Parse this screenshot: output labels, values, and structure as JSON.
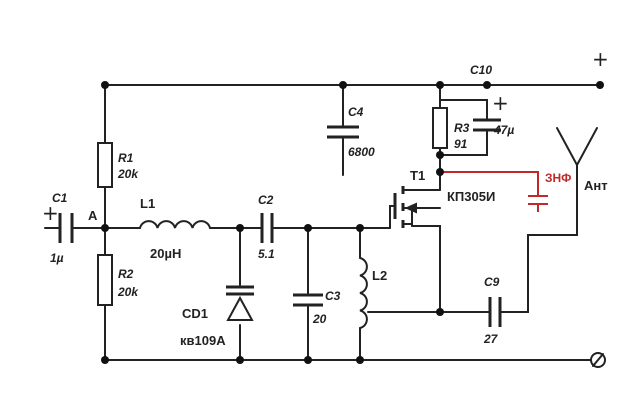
{
  "labels": {
    "c1": "C1",
    "c1_value": "1µ",
    "node_a": "A",
    "r1": "R1",
    "r1_value": "20k",
    "r2": "R2",
    "r2_value": "20k",
    "l1": "L1",
    "l1_value": "20µH",
    "c2": "C2",
    "c2_value": "5.1",
    "cd1": "CD1",
    "cd1_value": "кв109A",
    "c3": "C3",
    "c3_value": "20",
    "l2": "L2",
    "c4": "C4",
    "c4_value": "6800",
    "c10": "C10",
    "c10_value": "47µ",
    "r3": "R3",
    "r3_value": "91",
    "t1": "T1",
    "t1_value": "КП305И",
    "c9": "C9",
    "c9_value": "27",
    "zhf": "ЗНФ",
    "antenna": "Ант",
    "plus_top": "+",
    "plus_c1": "+",
    "plus_c10": "+"
  }
}
